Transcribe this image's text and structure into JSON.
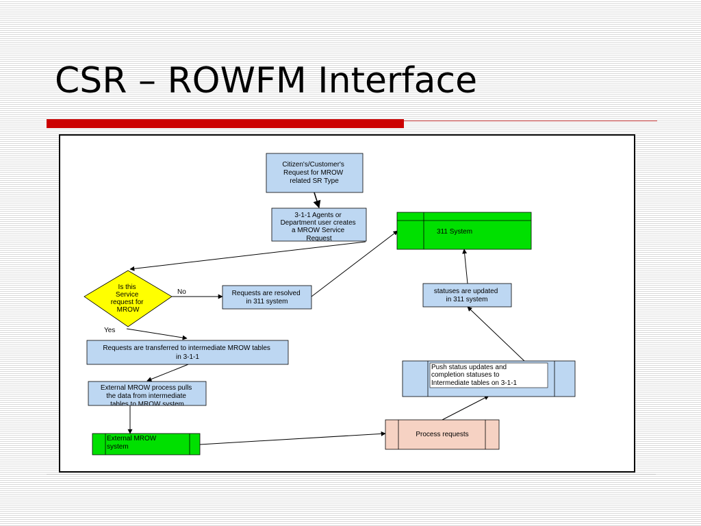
{
  "slide": {
    "title": "CSR – ROWFM Interface"
  },
  "colors": {
    "accent_red": "#cc0000",
    "process_blue": "#bdd7f2",
    "system_green": "#00e000",
    "decision_yellow": "#ffff00",
    "process_peach": "#f6d2c3"
  },
  "flowchart": {
    "nodes": {
      "customer_request": {
        "lines": [
          "Citizen's/Customer's",
          "Request for MROW",
          "related SR Type"
        ]
      },
      "agent_creates": {
        "lines": [
          "3-1-1 Agents or",
          "Department user creates",
          "a MROW Service",
          "Request"
        ]
      },
      "decision": {
        "lines": [
          "Is this",
          "Service",
          "request for",
          "MROW"
        ]
      },
      "resolved_311": {
        "lines": [
          "Requests are resolved",
          "in 311 system"
        ]
      },
      "system_311": {
        "lines": [
          "311 System"
        ]
      },
      "statuses_updated": {
        "lines": [
          "statuses are updated",
          "in 311 system"
        ]
      },
      "transferred": {
        "lines": [
          "Requests are transferred to intermediate MROW tables",
          "in 3-1-1"
        ]
      },
      "external_pulls": {
        "lines": [
          "External MROW process pulls",
          "the data from intermediate",
          "tables to MROW system"
        ]
      },
      "external_system": {
        "lines": [
          "External MROW",
          "system"
        ]
      },
      "push_status": {
        "lines": [
          "Push status updates and",
          "completion statuses to",
          "Intermediate tables on 3-1-1"
        ]
      },
      "process_requests": {
        "lines": [
          "Process requests"
        ]
      }
    },
    "edge_labels": {
      "no": "No",
      "yes": "Yes"
    }
  }
}
